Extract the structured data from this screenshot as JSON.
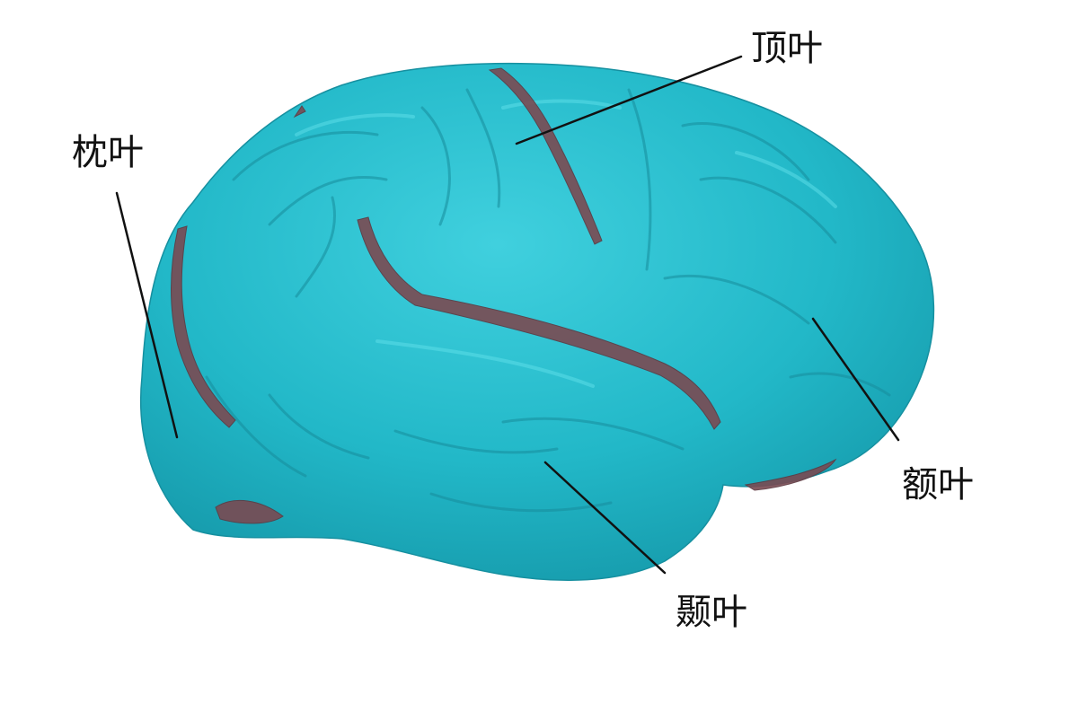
{
  "labels": {
    "parietal": "顶叶",
    "occipital": "枕叶",
    "frontal": "额叶",
    "temporal": "颞叶"
  },
  "colors": {
    "brain_surface": "#22b8c8",
    "sulcus": "#7a4a52",
    "leader_line": "#111111",
    "background": "#ffffff"
  }
}
